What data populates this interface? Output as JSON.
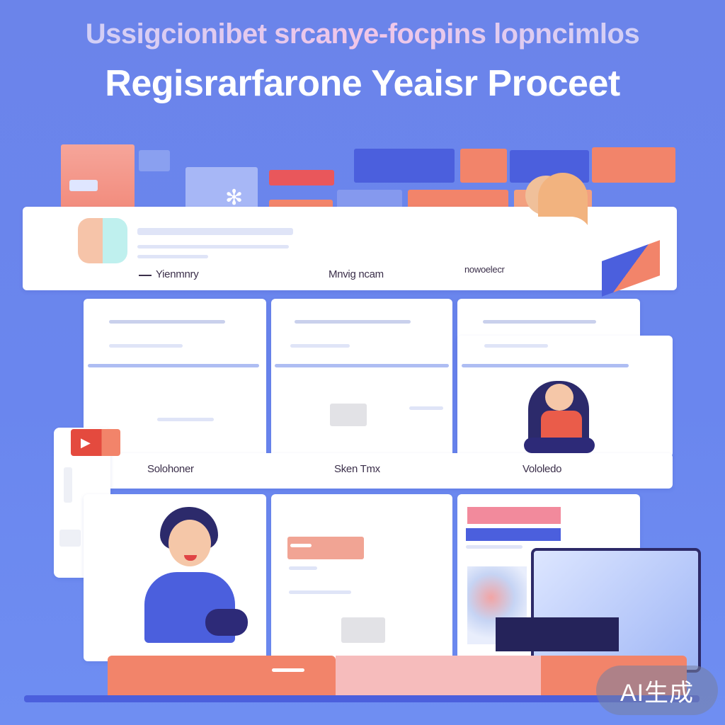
{
  "header": {
    "subtitle": "Ussigcionibet srcanye-focpins lopncimlos",
    "title": "Regisrarfarone Yeaisr Proceet"
  },
  "row1": {
    "captions": [
      "Yienmnry",
      "Mnvig ncam",
      "nowoelecr"
    ]
  },
  "row2": {
    "captions": [
      "Solohoner",
      "Sken Tmx",
      "Vololedo"
    ]
  },
  "watermark": "AI生成",
  "colors": {
    "background": "#6b84ea",
    "accent_coral": "#f2846a",
    "accent_blue": "#4b5fdd",
    "panel": "#ffffff"
  }
}
